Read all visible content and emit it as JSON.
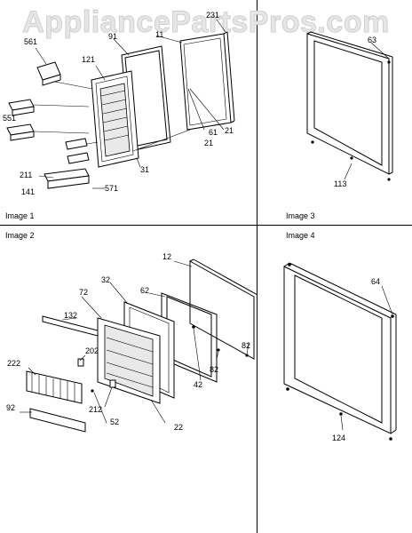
{
  "watermark": "AppliancePartsPros.com",
  "panels": [
    {
      "caption": "Image 1",
      "labels": [
        "231",
        "91",
        "11",
        "561",
        "121",
        "551",
        "61",
        "21",
        "21",
        "31",
        "211",
        "141",
        "571"
      ]
    },
    {
      "caption": "Image 3",
      "labels": [
        "63",
        "113"
      ]
    },
    {
      "caption": "Image 2",
      "labels": [
        "12",
        "32",
        "62",
        "72",
        "132",
        "202",
        "222",
        "212",
        "92",
        "52",
        "22",
        "82",
        "42",
        "82"
      ]
    },
    {
      "caption": "Image 4",
      "labels": [
        "64",
        "124"
      ]
    }
  ]
}
